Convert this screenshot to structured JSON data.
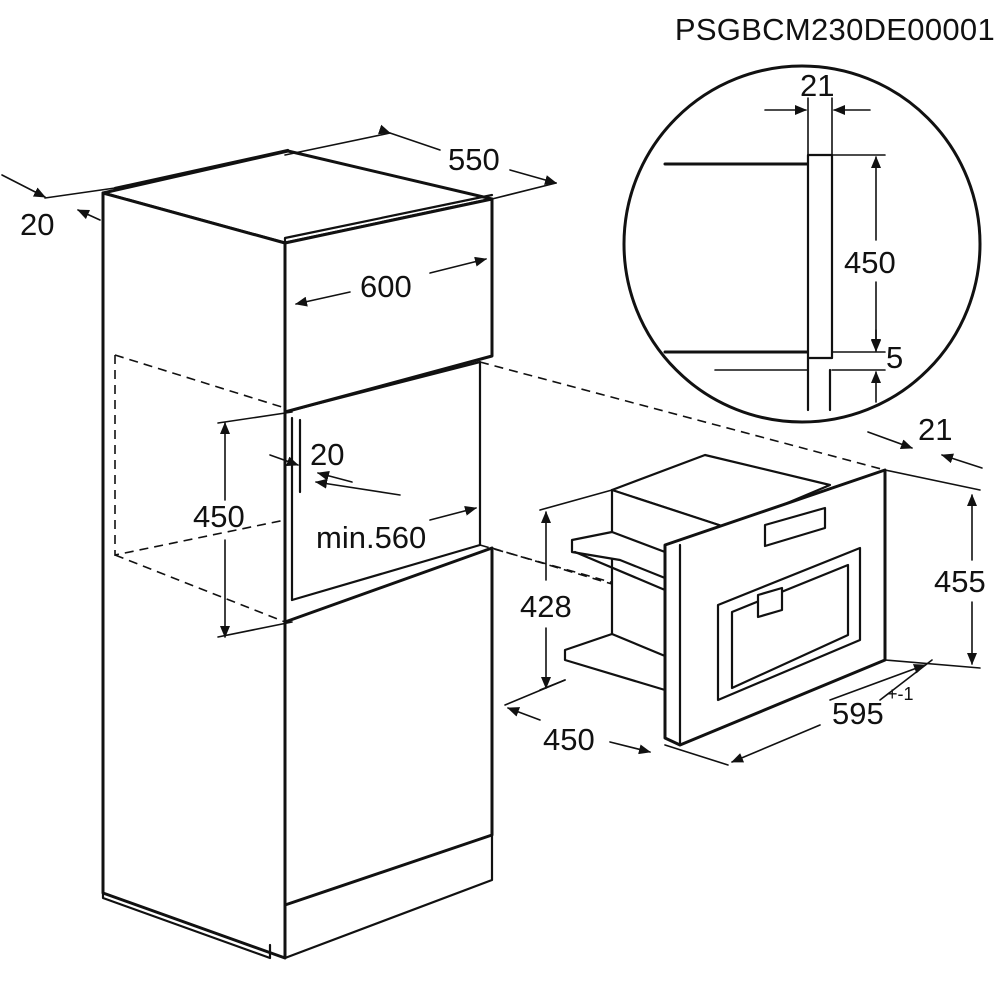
{
  "drawing_code": "PSGBCM230DE00001",
  "dimensions": {
    "cabinet_side_panel": "20",
    "cabinet_depth": "550",
    "cabinet_width": "600",
    "niche_opening_height": "450",
    "niche_side_gap": "20",
    "niche_min_depth": "min.560",
    "detail_frame_width": "21",
    "detail_frame_height": "450",
    "detail_bottom_gap": "5",
    "appliance_frame_depth": "21",
    "appliance_body_height": "428",
    "appliance_front_height": "455",
    "appliance_width": "595",
    "appliance_width_tolerance": "+-1",
    "appliance_depth": "450"
  }
}
